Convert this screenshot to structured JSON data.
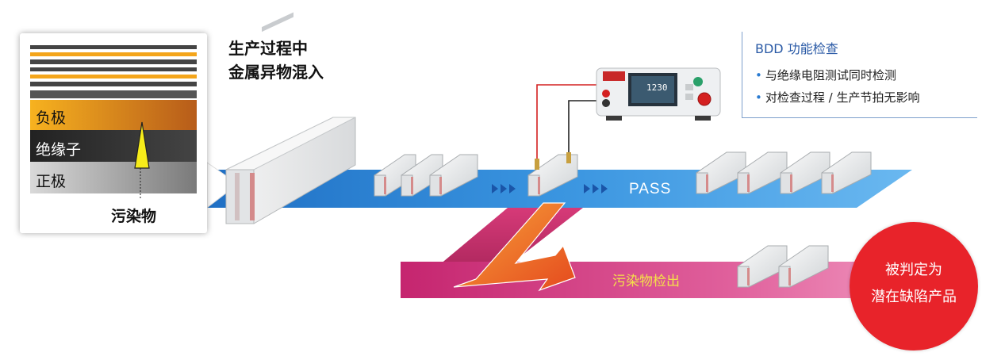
{
  "title_lines": [
    "生产过程中",
    "金属异物混入"
  ],
  "layers": {
    "negative": "负极",
    "separator": "绝缘子",
    "positive": "正极"
  },
  "contaminant_label": "污染物",
  "info": {
    "title": "BDD 功能检查",
    "items": [
      "与绝缘电阻测试同时检测",
      "对检查过程 / 生产节拍无影响"
    ]
  },
  "instrument_display": "1230",
  "pass_label": "PASS",
  "contamination_detected": "污染物检出",
  "judgement": [
    "被判定为",
    "潜在缺陷产品"
  ],
  "colors": {
    "blue_belt": "#3a8fd9",
    "pink_belt": "#d64a8c",
    "red_circle": "#e8232a",
    "orange_bolt": "#f07a2a"
  }
}
